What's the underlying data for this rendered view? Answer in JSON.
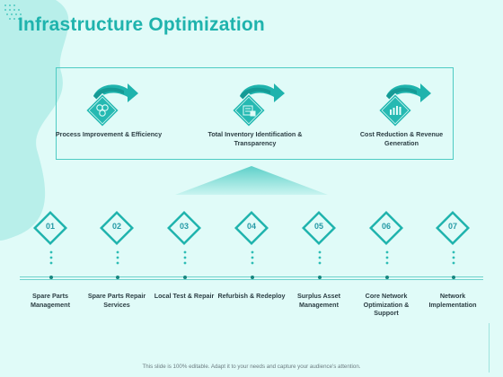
{
  "title": "Infrastructure Optimization",
  "features": [
    {
      "label": "Process Improvement & Efficiency",
      "icon": "gears-icon"
    },
    {
      "label": "Total Inventory Identification & Transparency",
      "icon": "inventory-icon"
    },
    {
      "label": "Cost Reduction & Revenue Generation",
      "icon": "chart-icon"
    }
  ],
  "steps": [
    {
      "number": "01",
      "label": "Spare Parts Management"
    },
    {
      "number": "02",
      "label": "Spare Parts Repair Services"
    },
    {
      "number": "03",
      "label": "Local Test & Repair"
    },
    {
      "number": "04",
      "label": "Refurbish & Redeploy"
    },
    {
      "number": "05",
      "label": "Surplus Asset Management"
    },
    {
      "number": "06",
      "label": "Core Network Optimization & Support"
    },
    {
      "number": "07",
      "label": "Network Implementation"
    }
  ],
  "footer": "This slide is 100% editable. Adapt it to your needs and capture your audience's attention.",
  "colors": {
    "background": "#e0fbf8",
    "accent": "#1fb3ad",
    "accent_dark": "#1a9c98",
    "text": "#2c3e44"
  }
}
